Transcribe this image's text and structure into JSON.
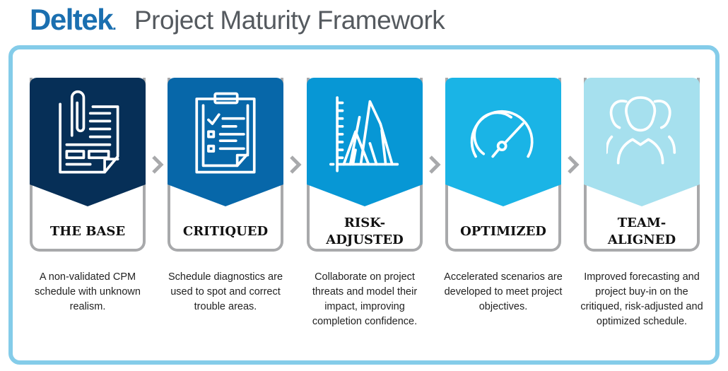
{
  "header": {
    "brand": "Deltek",
    "title": "Project Maturity Framework"
  },
  "stages": [
    {
      "label_lines": [
        "THE BASE"
      ],
      "description": "A non-validated CPM schedule with unknown realism.",
      "color": "#062f57",
      "icon": "document-paperclip-icon"
    },
    {
      "label_lines": [
        "CRITIQUED"
      ],
      "description": "Schedule diagnostics are used to spot and correct trouble areas.",
      "color": "#0767a9",
      "icon": "clipboard-checklist-icon"
    },
    {
      "label_lines": [
        "RISK-",
        "ADJUSTED"
      ],
      "description": "Collaborate on project threats and model their impact, improving completion confidence.",
      "color": "#0797d5",
      "icon": "distribution-chart-icon"
    },
    {
      "label_lines": [
        "OPTIMIZED"
      ],
      "description": "Accelerated scenarios are developed to meet project objectives.",
      "color": "#1ab4e6",
      "icon": "speedometer-icon"
    },
    {
      "label_lines": [
        "TEAM-",
        "ALIGNED"
      ],
      "description": "Improved forecasting and project buy-in on the critiqued, risk-adjusted and optimized schedule.",
      "color": "#a6e0ee",
      "icon": "team-icon"
    }
  ]
}
